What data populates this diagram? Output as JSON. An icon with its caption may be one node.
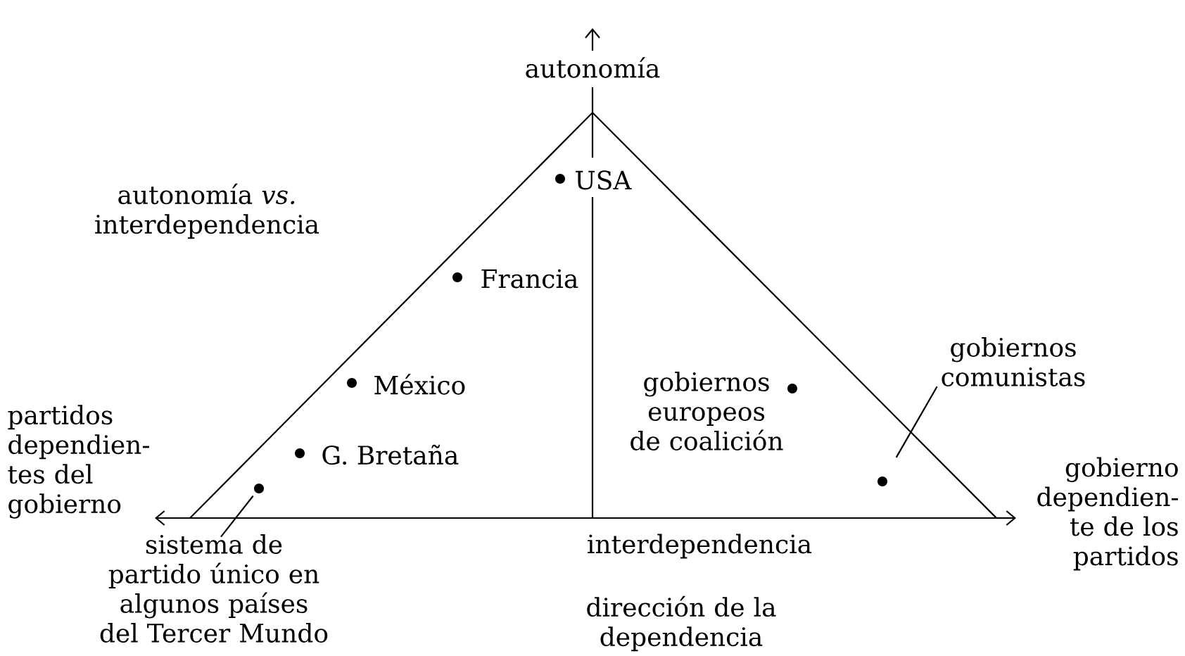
{
  "diagram": {
    "nodes": [
      {
        "text": [
          "sistema de partido único en algunos países del Tercer Mundo"
        ]
      },
      {
        "text": [],
        "shape": "circle"
      },
      {
        "text": [
          "gobiernos comunistas"
        ]
      },
      {
        "text": [],
        "shape": "circle"
      }
    ],
    "edges": [
      {
        "from": 0,
        "to": 1,
        "arrow": "none"
      },
      {
        "from": 2,
        "to": 3,
        "arrow": "none"
      }
    ],
    "labels": [
      "autonomía",
      "autonomía *vs.* interdependencia",
      "USA",
      "Francia",
      "México",
      "gobiernos europeos de coalición",
      "partidos dependien- tes del gobierno",
      "G. Bretaña",
      "gobierno dependien- te de los partidos",
      "interdependencia",
      "dirección de la dependencia"
    ]
  }
}
